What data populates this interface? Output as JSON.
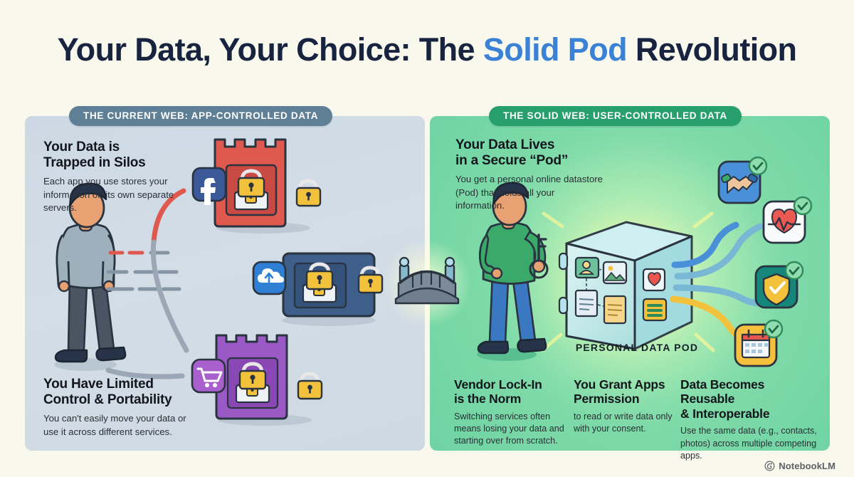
{
  "title": {
    "before": "Your Data, Your Choice: The ",
    "highlight": "Solid Pod",
    "after": " Revolution",
    "highlight_color": "#3b82d6",
    "text_color": "#17233f"
  },
  "panels": {
    "left": {
      "header": "THE CURRENT WEB: APP-CONTROLLED DATA",
      "header_color": "#5f7f96",
      "background_color": "#ccd9e4",
      "blocks": [
        {
          "heading": "Your Data is\nTrapped in Silos",
          "heading_line1": "Your Data is",
          "heading_line2": "Trapped in Silos",
          "body": "Each app you use stores your information on its own separate servers."
        },
        {
          "heading_line1": "You Have Limited",
          "heading_line2": "Control & Portability",
          "body": "You can't easily move your data or use it across different services."
        }
      ],
      "silos": [
        {
          "name": "facebook-silo",
          "color": "#e0594f",
          "app_icon": "facebook-icon",
          "app_icon_color": "#3b5998"
        },
        {
          "name": "cloud-silo",
          "color": "#3d5f8a",
          "app_icon": "cloud-upload-icon",
          "app_icon_color": "#2f7fd4"
        },
        {
          "name": "shopping-silo",
          "color": "#9b59c6",
          "app_icon": "shopping-cart-icon",
          "app_icon_color": "#a760cc"
        }
      ],
      "person": {
        "name": "user-figure-left",
        "shirt_color": "#9fb0bd",
        "pants_color": "#4a5563",
        "hair_color": "#273349"
      }
    },
    "right": {
      "header": "THE SOLID WEB: USER-CONTROLLED DATA",
      "header_color": "#27a06e",
      "background_color": "#6ed3a3",
      "blocks": [
        {
          "heading_line1": "Your Data Lives",
          "heading_line2": "in a Secure “Pod”",
          "body": "You get a personal online datastore (Pod) that holds all your information."
        },
        {
          "heading_line1": "Vendor Lock-In",
          "heading_line2": "is the Norm",
          "body": "Switching services often means losing your data and starting over from scratch."
        },
        {
          "heading_line1": "You Grant Apps",
          "heading_line2": "Permission",
          "body": "to read or write data only with your consent."
        },
        {
          "heading_line1": "Data Becomes Reusable",
          "heading_line2": "& Interoperable",
          "body": "Use the same data (e.g., contacts, photos) across multiple competing apps."
        }
      ],
      "pod_label": "PERSONAL DATA POD",
      "person": {
        "name": "user-figure-right",
        "shirt_color": "#3aa96a",
        "pants_color": "#3a78c2",
        "hair_color": "#273349",
        "holding": "key-icon"
      },
      "connected_apps": [
        {
          "name": "handshake-app",
          "icon": "handshake-icon",
          "tile_color": "#4a90d9",
          "check": true
        },
        {
          "name": "health-app",
          "icon": "heart-pulse-icon",
          "tile_color": "#f7f9fa",
          "check": true
        },
        {
          "name": "security-app",
          "icon": "shield-check-icon",
          "tile_color": "#17867a",
          "check": true
        },
        {
          "name": "calendar-app",
          "icon": "calendar-icon",
          "tile_color": "#f6bf3e",
          "check": true
        }
      ]
    }
  },
  "bridge": {
    "name": "bridge-icon",
    "label": ""
  },
  "footer": {
    "brand": "NotebookLM",
    "icon": "notebooklm-spiral-icon"
  }
}
